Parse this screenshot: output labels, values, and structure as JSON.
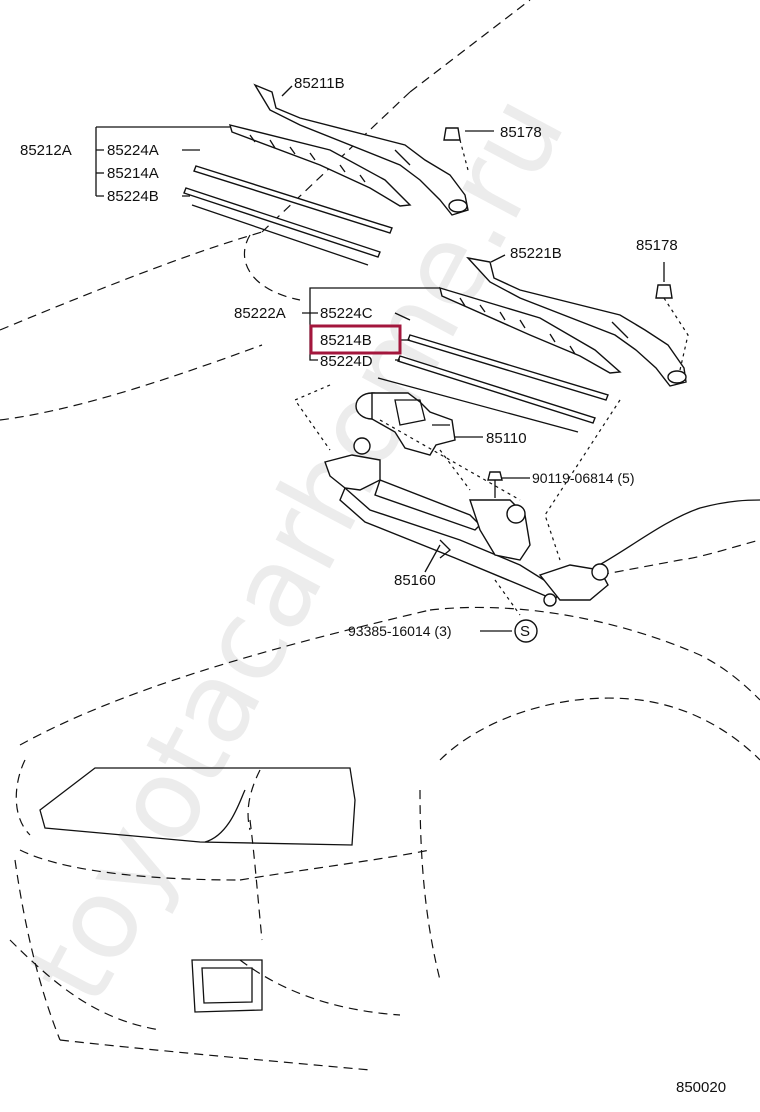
{
  "watermark": "toyotacarhome.ru",
  "diagram_code": "850020",
  "labels": {
    "p85211B": "85211B",
    "p85178a": "85178",
    "p85212A": "85212A",
    "p85224A": "85224A",
    "p85214A": "85214A",
    "p85224B": "85224B",
    "p85221B": "85221B",
    "p85178b": "85178",
    "p85222A": "85222A",
    "p85224C": "85224C",
    "p85214B": "85214B",
    "p85224D": "85224D",
    "p85110": "85110",
    "p90119": "90119-06814 (5)",
    "p85160": "85160",
    "p93385": "93385-16014 (3)",
    "s_symbol": "S"
  },
  "highlighted_part": "85214B",
  "colors": {
    "highlight": "#a3163c",
    "line": "#111111",
    "watermark": "#ececec"
  }
}
